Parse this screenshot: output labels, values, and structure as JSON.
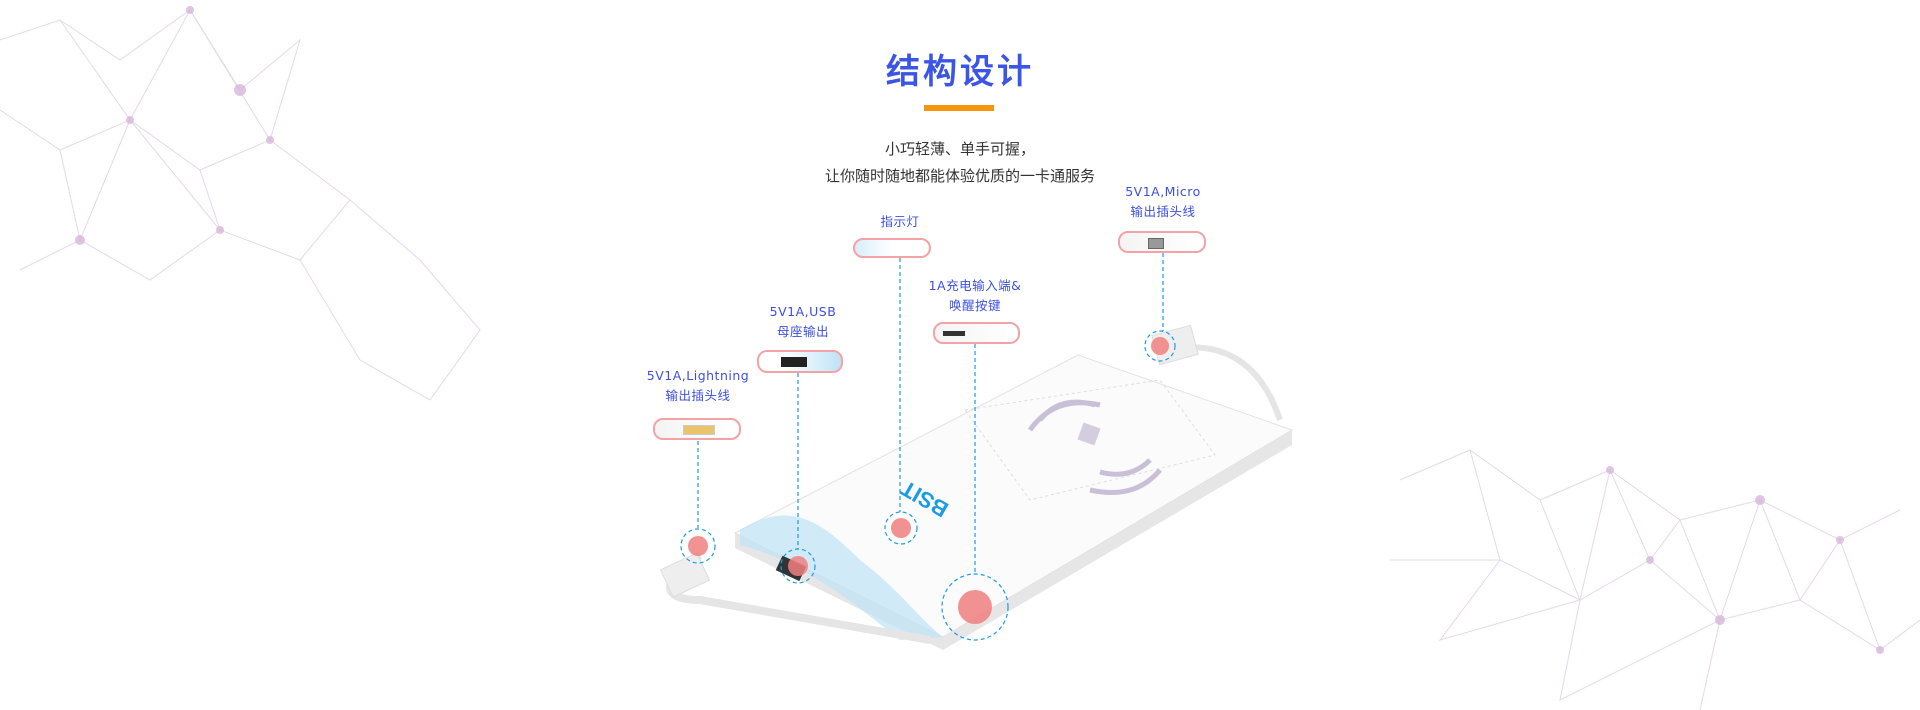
{
  "section": {
    "title": "结构设计",
    "subtitle_line1": "小巧轻薄、单手可握，",
    "subtitle_line2": "让你随时随地都能体验优质的一卡通服务"
  },
  "callouts": [
    {
      "line1": "5V1A,Lightning",
      "line2": "输出插头线"
    },
    {
      "line1": "5V1A,USB",
      "line2": "母座输出"
    },
    {
      "line1": "指示灯",
      "line2": ""
    },
    {
      "line1": "1A充电输入端&",
      "line2": "唤醒按键"
    },
    {
      "line1": "5V1A,Micro",
      "line2": "输出插头线"
    }
  ],
  "product": {
    "brand_logo": "BSIT"
  },
  "colors": {
    "title": "#3b55e6",
    "accent_bar": "#f7960e",
    "callout_line": "#1a9be8",
    "hotspot": "#f07f80"
  }
}
